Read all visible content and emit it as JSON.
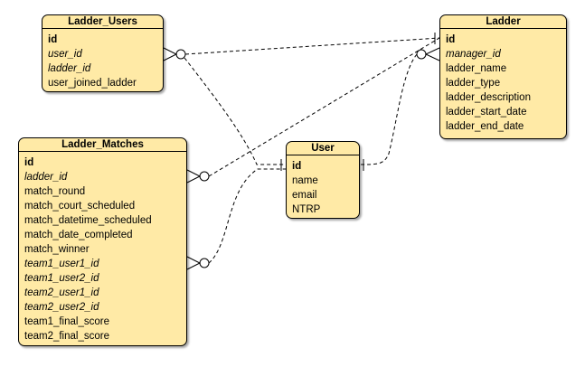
{
  "colors": {
    "entity_fill": "#ffeaa6",
    "stroke": "#000000",
    "background": "#ffffff"
  },
  "entities": {
    "ladder_users": {
      "title": "Ladder_Users",
      "attributes": [
        {
          "name": "id",
          "style": "pk"
        },
        {
          "name": "user_id",
          "style": "fk"
        },
        {
          "name": "ladder_id",
          "style": "fk"
        },
        {
          "name": "user_joined_ladder",
          "style": "plain"
        }
      ]
    },
    "ladder": {
      "title": "Ladder",
      "attributes": [
        {
          "name": "id",
          "style": "pk"
        },
        {
          "name": "manager_id",
          "style": "fk"
        },
        {
          "name": "ladder_name",
          "style": "plain"
        },
        {
          "name": "ladder_type",
          "style": "plain"
        },
        {
          "name": "ladder_description",
          "style": "plain"
        },
        {
          "name": "ladder_start_date",
          "style": "plain"
        },
        {
          "name": "ladder_end_date",
          "style": "plain"
        }
      ]
    },
    "ladder_matches": {
      "title": "Ladder_Matches",
      "attributes": [
        {
          "name": "id",
          "style": "pk"
        },
        {
          "name": "ladder_id",
          "style": "fk"
        },
        {
          "name": "match_round",
          "style": "plain"
        },
        {
          "name": "match_court_scheduled",
          "style": "plain"
        },
        {
          "name": "match_datetime_scheduled",
          "style": "plain"
        },
        {
          "name": "match_date_completed",
          "style": "plain"
        },
        {
          "name": "match_winner",
          "style": "plain"
        },
        {
          "name": "team1_user1_id",
          "style": "fk"
        },
        {
          "name": "team1_user2_id",
          "style": "fk"
        },
        {
          "name": "team2_user1_id",
          "style": "fk"
        },
        {
          "name": "team2_user2_id",
          "style": "fk"
        },
        {
          "name": "team1_final_score",
          "style": "plain"
        },
        {
          "name": "team2_final_score",
          "style": "plain"
        }
      ]
    },
    "user": {
      "title": "User",
      "attributes": [
        {
          "name": "id",
          "style": "pk"
        },
        {
          "name": "name",
          "style": "plain"
        },
        {
          "name": "email",
          "style": "plain"
        },
        {
          "name": "NTRP",
          "style": "plain"
        }
      ]
    }
  }
}
